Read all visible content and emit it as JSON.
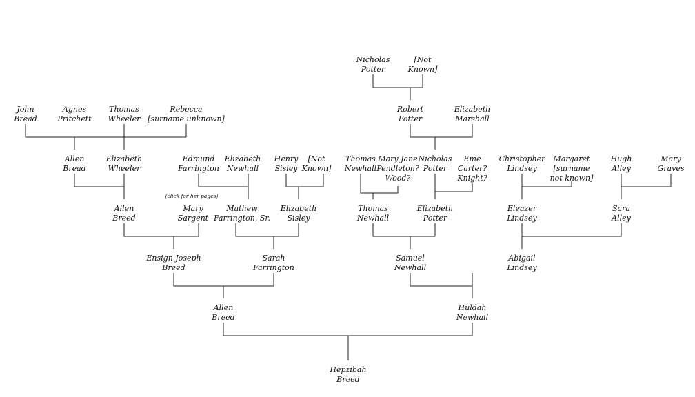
{
  "people": {
    "nicholas_potter_sr": [
      "Nicholas",
      "Potter"
    ],
    "not_known_1": [
      "[Not",
      "Known]"
    ],
    "john_bread": [
      "John",
      "Bread"
    ],
    "agnes_pritchett": [
      "Agnes",
      "Pritchett"
    ],
    "thomas_wheeler": [
      "Thomas",
      "Wheeler"
    ],
    "rebecca": [
      "Rebecca",
      "[surname unknown]"
    ],
    "robert_potter": [
      "Robert",
      "Potter"
    ],
    "elizabeth_marshall": [
      "Elizabeth",
      "Marshall"
    ],
    "allen_bread": [
      "Allen",
      "Bread"
    ],
    "elizabeth_wheeler": [
      "Elizabeth",
      "Wheeler"
    ],
    "edmund_farrington": [
      "Edmund",
      "Farrington"
    ],
    "elizabeth_newhall": [
      "Elizabeth",
      "Newhall"
    ],
    "henry_sisley": [
      "Henry",
      "Sisley"
    ],
    "not_known_2": [
      "[Not",
      "Known]"
    ],
    "thomas_newhall_sr": [
      "Thomas",
      "Newhall"
    ],
    "mary_jane_pendleton": [
      "Mary Jane",
      "Pendleton?",
      "Wood?"
    ],
    "nicholas_potter_jr": [
      "Nicholas",
      "Potter"
    ],
    "eme_carter": [
      "Eme",
      "Carter?",
      "Knight?"
    ],
    "christopher_lindsey": [
      "Christopher",
      "Lindsey"
    ],
    "margaret": [
      "Margaret",
      "[surname",
      "not known]"
    ],
    "hugh_alley": [
      "Hugh",
      "Alley"
    ],
    "mary_graves": [
      "Mary",
      "Graves"
    ],
    "allen_breed_sr": [
      "Allen",
      "Breed"
    ],
    "mary_sargent": [
      "Mary",
      "Sargent"
    ],
    "mathew_farrington": [
      "Mathew",
      "Farrington, Sr."
    ],
    "elizabeth_sisley": [
      "Elizabeth",
      "Sisley"
    ],
    "thomas_newhall_jr": [
      "Thomas",
      "Newhall"
    ],
    "elizabeth_potter": [
      "Elizabeth",
      "Potter"
    ],
    "eleazer_lindsey": [
      "Eleazer",
      "Lindsey"
    ],
    "sara_alley": [
      "Sara",
      "Alley"
    ],
    "ensign_joseph_breed": [
      "Ensign Joseph",
      "Breed"
    ],
    "sarah_farrington": [
      "Sarah",
      "Farrington"
    ],
    "samuel_newhall": [
      "Samuel",
      "Newhall"
    ],
    "abigail_lindsey": [
      "Abigail",
      "Lindsey"
    ],
    "allen_breed_jr": [
      "Allen",
      "Breed"
    ],
    "huldah_newhall": [
      "Huldah",
      "Newhall"
    ],
    "hepzibah_breed": [
      "Hepzibah",
      "Breed"
    ]
  },
  "note": "(click for her pages)"
}
